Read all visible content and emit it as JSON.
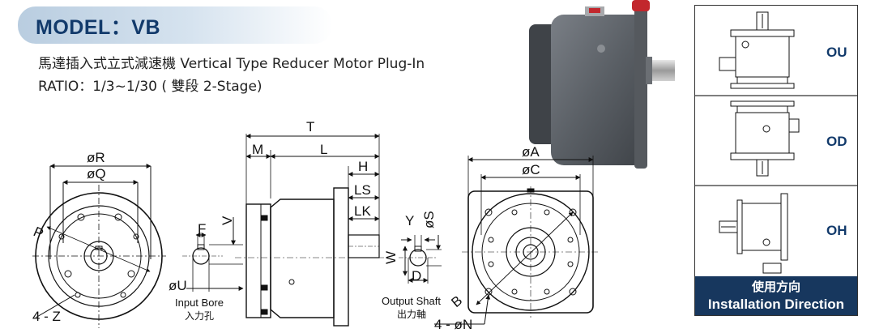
{
  "header": {
    "model_label": "MODEL：VB",
    "subtitle": "馬達插入式立式減速機 Vertical Type Reducer Motor Plug-In",
    "ratio": "RATIO：1/3~1/30 ( 雙段 2-Stage)"
  },
  "front_view_labels": {
    "R": "øR",
    "Q": "øQ",
    "P": "P",
    "Z": "4 - Z"
  },
  "input_bore": {
    "F": "F",
    "V": "V",
    "U": "øU",
    "caption_en": "Input Bore",
    "caption_cn": "入力孔"
  },
  "side_view_labels": {
    "T": "T",
    "M": "M",
    "L": "L",
    "H": "H",
    "LS": "LS",
    "LK": "LK"
  },
  "output_shaft": {
    "Y": "Y",
    "S": "øS",
    "W": "W",
    "D": "D",
    "caption_en": "Output Shaft",
    "caption_cn": "出力軸"
  },
  "flange_view_labels": {
    "A": "øA",
    "C": "øC",
    "B": "B",
    "N": "4 - øN"
  },
  "installation": {
    "options": [
      {
        "code": "OU",
        "icon": "mount-ou-icon"
      },
      {
        "code": "OD",
        "icon": "mount-od-icon"
      },
      {
        "code": "OH",
        "icon": "mount-oh-icon"
      }
    ],
    "title_cn": "使用方向",
    "title_en": "Installation Direction"
  },
  "colors": {
    "title_text": "#123a6b",
    "footer_bg": "#17375e",
    "product_body": "#5d6166",
    "product_cap": "#c2272d"
  }
}
